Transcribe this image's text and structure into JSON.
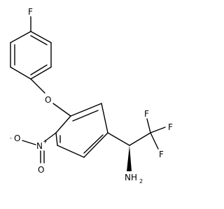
{
  "molecule": {
    "atoms": {
      "fluoro_top": "F",
      "ether_oxygen": "O",
      "nitro_n": "N",
      "nitro_n_charge": "+",
      "nitro_o_minus": "O",
      "nitro_o_minus_charge": "-",
      "nitro_o": "O",
      "cf3_f1": "F",
      "cf3_f2": "F",
      "cf3_f3": "F",
      "amine": "NH",
      "amine_subscript": "2"
    },
    "colors": {
      "bond": "#000000",
      "background": "#ffffff"
    }
  }
}
